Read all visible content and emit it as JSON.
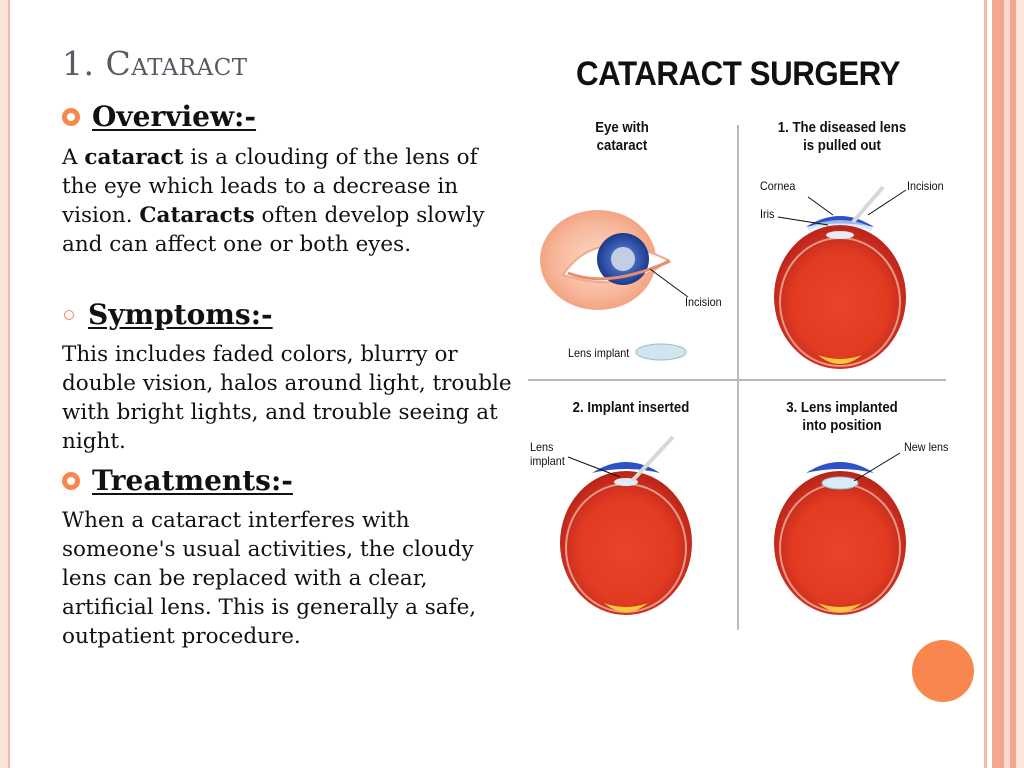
{
  "slide": {
    "title": "1. Cataract",
    "sections": [
      {
        "heading": "Overview:-",
        "body": [
          {
            "t": "A ",
            "b": false
          },
          {
            "t": "cataract",
            "b": true
          },
          {
            "t": " is a clouding of the lens of the eye which leads to a decrease in vision. ",
            "b": false
          },
          {
            "t": "Cataracts",
            "b": true
          },
          {
            "t": " often develop slowly and can affect one or both eyes.",
            "b": false
          }
        ]
      },
      {
        "heading": "Symptoms:-",
        "body": [
          {
            "t": "This includes faded colors, blurry or double vision, halos around light, trouble with bright lights, and trouble seeing at night.",
            "b": false
          }
        ]
      },
      {
        "heading": "Treatments:-",
        "body": [
          {
            "t": "When a cataract interferes with someone's usual activities, the cloudy lens can be replaced with a clear, artificial lens. This is generally a safe, outpatient procedure.",
            "b": false
          }
        ]
      }
    ]
  },
  "figure": {
    "title": "CATARACT SURGERY",
    "panel1_caption_a": "Eye with",
    "panel1_caption_b": "cataract",
    "panel1_incision": "Incision",
    "panel1_lens_implant": "Lens implant",
    "panel2_caption_a": "1. The diseased lens",
    "panel2_caption_b": "is pulled out",
    "panel2_cornea": "Cornea",
    "panel2_iris": "Iris",
    "panel2_incision": "Incision",
    "panel3_caption": "2. Implant inserted",
    "panel3_lens_a": "Lens",
    "panel3_lens_b": "implant",
    "panel4_caption_a": "3. Lens implanted",
    "panel4_caption_b": "into position",
    "panel4_new_lens": "New lens"
  },
  "colors": {
    "accent": "#f7874e",
    "title_gray": "#555b62"
  }
}
